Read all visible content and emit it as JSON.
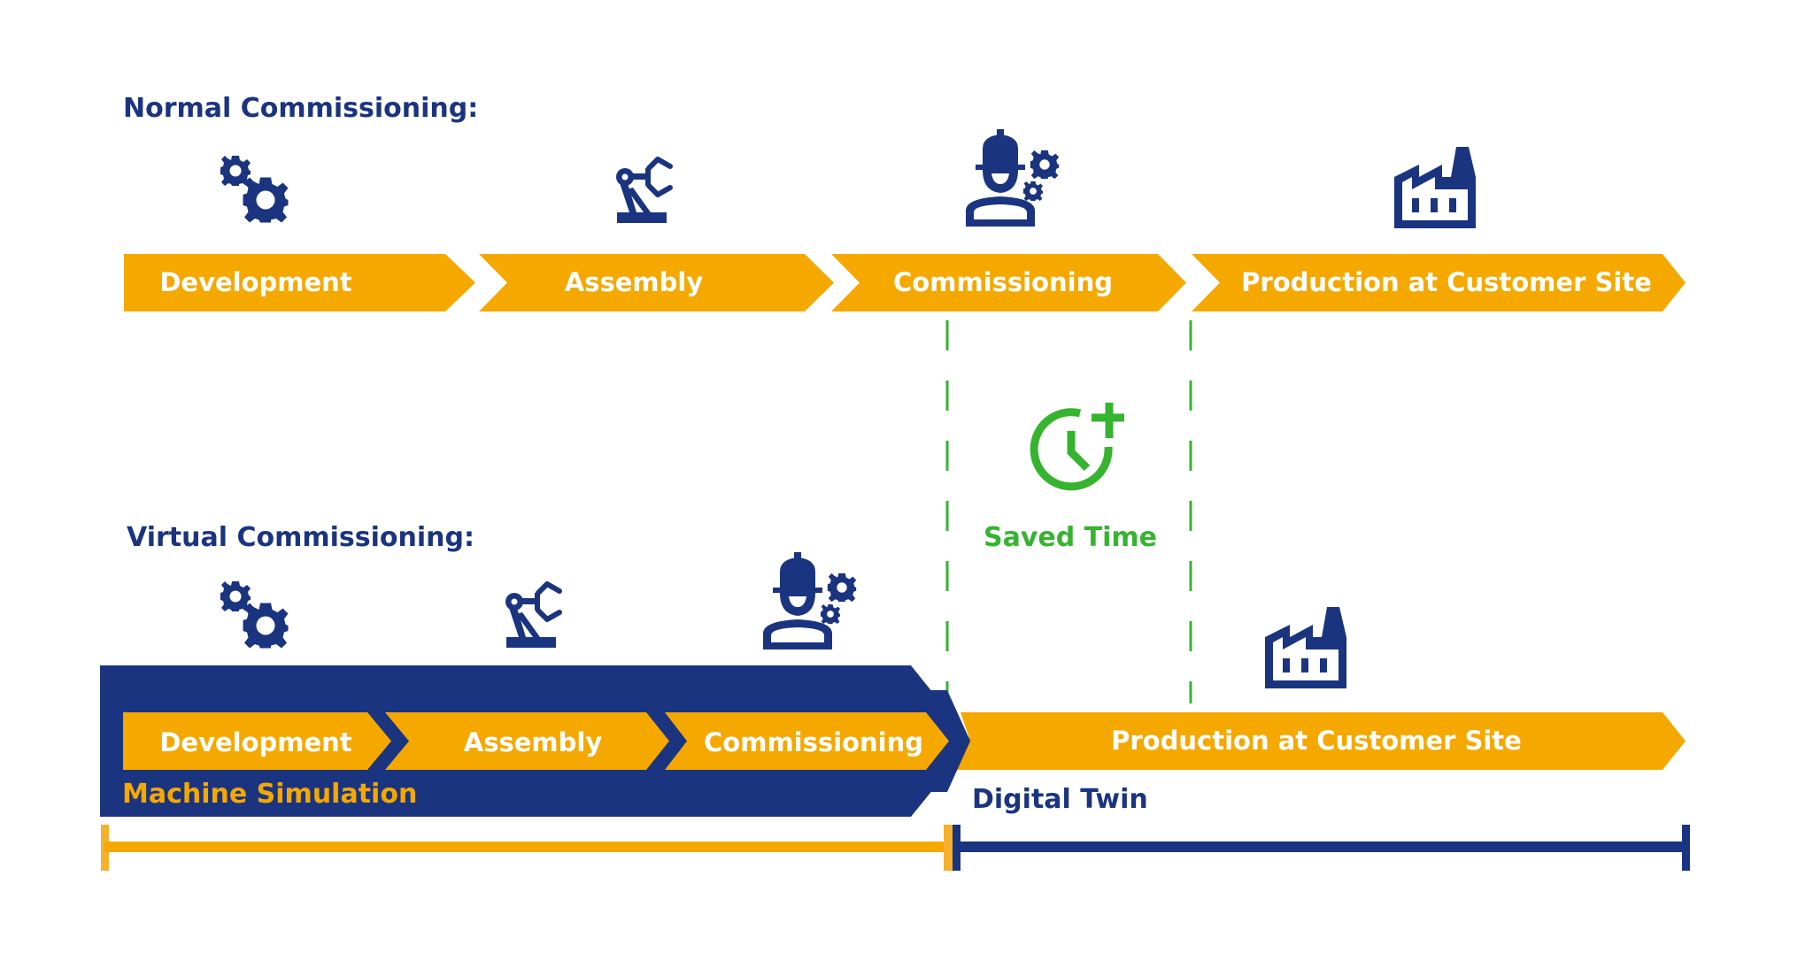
{
  "colors": {
    "orange": "#F5A800",
    "navy": "#1B3480",
    "green": "#36B32F",
    "white": "#FFFFFF"
  },
  "normal": {
    "heading": "Normal Commissioning:",
    "steps": [
      {
        "label": "Development",
        "icon": "gears-icon"
      },
      {
        "label": "Assembly",
        "icon": "robot-arm-icon"
      },
      {
        "label": "Commissioning",
        "icon": "worker-gears-icon"
      },
      {
        "label": "Production at Customer Site",
        "icon": "factory-icon"
      }
    ]
  },
  "saved_time": {
    "label": "Saved Time",
    "icon": "clock-plus-icon"
  },
  "virtual": {
    "heading": "Virtual Commissioning:",
    "steps": [
      {
        "label": "Development",
        "icon": "gears-icon"
      },
      {
        "label": "Assembly",
        "icon": "robot-arm-icon"
      },
      {
        "label": "Commissioning",
        "icon": "worker-gears-icon"
      },
      {
        "label": "Production at Customer Site",
        "icon": "factory-icon"
      }
    ],
    "simulation_label": "Machine Simulation",
    "digital_twin_label": "Digital Twin"
  },
  "timeline": {
    "segments": [
      {
        "name": "machine-simulation",
        "color": "#F5A800"
      },
      {
        "name": "digital-twin",
        "color": "#1B3480"
      }
    ]
  }
}
